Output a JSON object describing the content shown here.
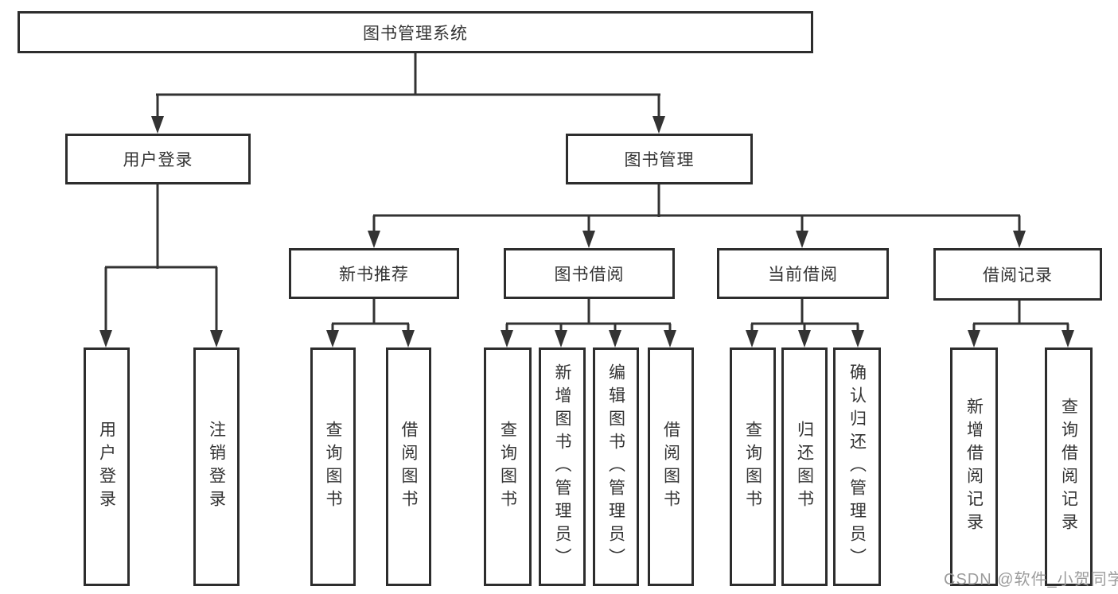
{
  "diagram": {
    "root": {
      "label": "图书管理系统"
    },
    "branches": [
      {
        "label": "用户登录",
        "children": [
          "用户登录",
          "注销登录"
        ]
      },
      {
        "label": "图书管理",
        "sections": [
          {
            "label": "新书推荐",
            "children": [
              "查询图书",
              "借阅图书"
            ]
          },
          {
            "label": "图书借阅",
            "children": [
              "查询图书",
              "新增图书（管理员）",
              "编辑图书（管理员）",
              "借阅图书"
            ]
          },
          {
            "label": "当前借阅",
            "children": [
              "查询图书",
              "归还图书",
              "确认归还（管理员）"
            ]
          },
          {
            "label": "借阅记录",
            "children": [
              "新增借阅记录",
              "查询借阅记录"
            ]
          }
        ]
      }
    ]
  },
  "watermark": {
    "text": "CSDN @软件_小贺同学"
  },
  "colors": {
    "line": "#333333",
    "box_border": "#2d2d2d",
    "text": "#333333",
    "watermark": "#9c9c9c",
    "background": "#ffffff"
  }
}
